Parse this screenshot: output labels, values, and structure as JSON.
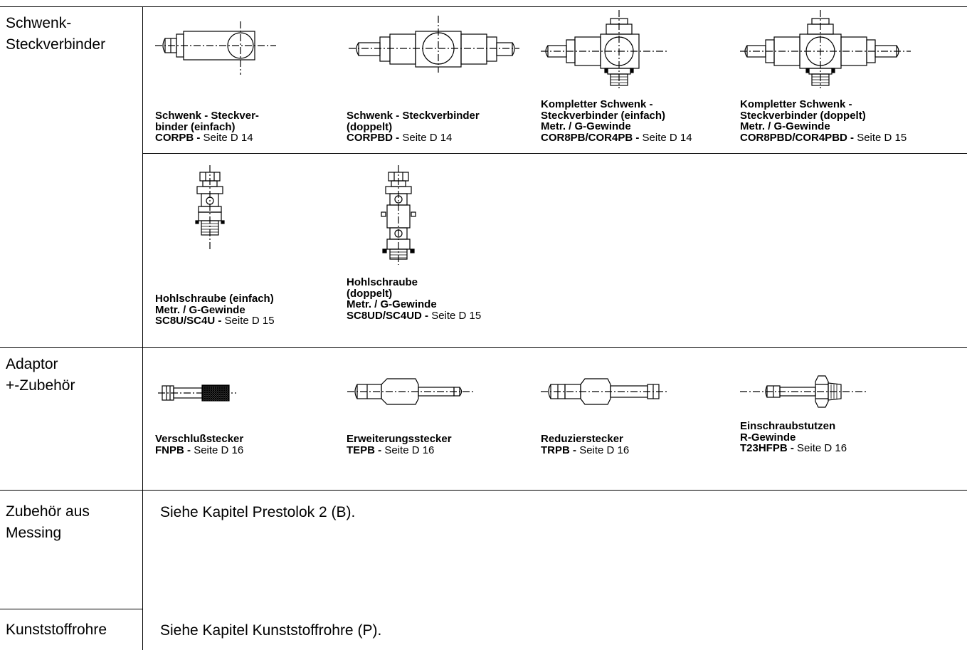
{
  "categories": {
    "schwenk": "Schwenk-\nSteckverbinder",
    "adaptor": "Adaptor\n+-Zubehör",
    "messing": "Zubehör aus\nMessing",
    "kunststoff": "Kunststoffrohre"
  },
  "notes": {
    "messing": "Siehe Kapitel Prestolok 2 (B).",
    "kunststoff": "Siehe Kapitel Kunststoffrohre (P)."
  },
  "products": {
    "corpb": {
      "lines": [
        "Schwenk - Steckver-",
        "binder (einfach)"
      ],
      "code": "CORPB",
      "page": "Seite D 14"
    },
    "corpbd": {
      "lines": [
        "Schwenk - Steckverbinder",
        "(doppelt)"
      ],
      "code": "CORPBD",
      "page": "Seite D 14"
    },
    "cor8pb": {
      "lines": [
        "Kompletter Schwenk -",
        "Steckverbinder (einfach)",
        "Metr. / G-Gewinde"
      ],
      "code": "COR8PB/COR4PB",
      "page": "Seite D 14"
    },
    "cor8pbd": {
      "lines": [
        "Kompletter Schwenk -",
        "Steckverbinder (doppelt)",
        "Metr. / G-Gewinde"
      ],
      "code": "COR8PBD/COR4PBD",
      "page": "Seite D 15"
    },
    "sc8u": {
      "lines": [
        "Hohlschraube (einfach)",
        "Metr. / G-Gewinde"
      ],
      "code": "SC8U/SC4U",
      "page": "Seite D 15"
    },
    "sc8ud": {
      "lines": [
        "Hohlschraube",
        "(doppelt)",
        "Metr. / G-Gewinde"
      ],
      "code": "SC8UD/SC4UD",
      "page": "Seite D 15"
    },
    "fnpb": {
      "lines": [
        "Verschlußstecker"
      ],
      "code": "FNPB",
      "page": "Seite D 16"
    },
    "tepb": {
      "lines": [
        "Erweiterungsstecker"
      ],
      "code": "TEPB",
      "page": "Seite D 16"
    },
    "trpb": {
      "lines": [
        "Reduzierstecker"
      ],
      "code": "TRPB",
      "page": "Seite D 16"
    },
    "t23hfpb": {
      "lines": [
        "Einschraubstutzen",
        "R-Gewinde"
      ],
      "code": "T23HFPB",
      "page": "Seite D 16"
    }
  },
  "separator": " - ",
  "icons": [
    "swivel-connector-single-icon",
    "swivel-connector-double-icon",
    "complete-swivel-single-icon",
    "complete-swivel-double-icon",
    "banjo-bolt-single-icon",
    "banjo-bolt-double-icon",
    "blanking-plug-icon",
    "expanding-plug-icon",
    "reducing-plug-icon",
    "male-stud-icon"
  ]
}
